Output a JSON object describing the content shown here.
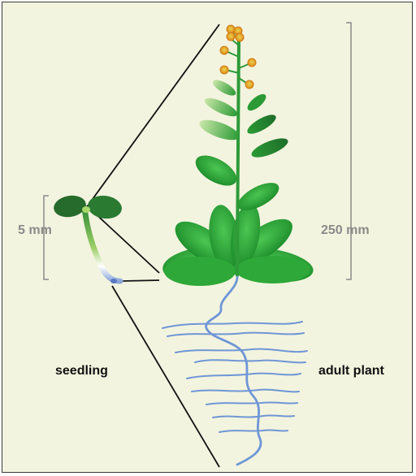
{
  "labels": {
    "seedling": "seedling",
    "adult_plant": "adult plant",
    "seedling_scale": "5 mm",
    "adult_scale": "250 mm"
  },
  "colors": {
    "background": "#f3f4df",
    "leaf_green": "#2fae3a",
    "dark_green": "#1f6e2a",
    "root_blue": "#6f96d6",
    "flower_orange": "#e0a21f",
    "scale_gray": "#8a8a8a"
  }
}
